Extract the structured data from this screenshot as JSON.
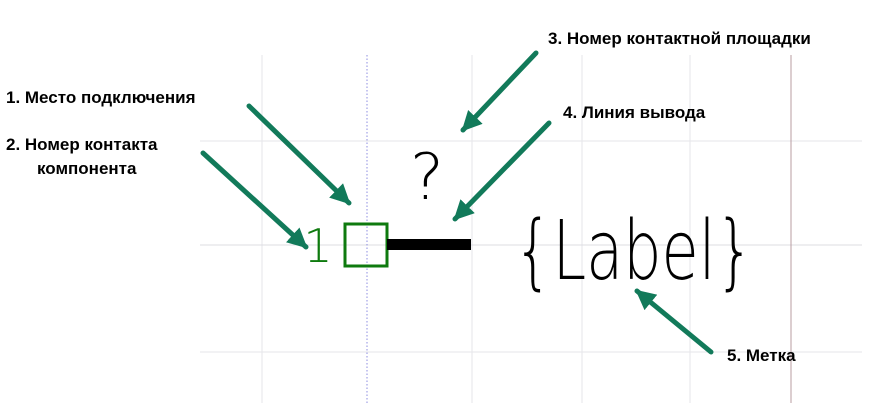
{
  "callouts": {
    "c1": "1.  Место подключения",
    "c2_line1": "2. Номер контакта",
    "c2_line2": "компонента",
    "c3": "3.  Номер контактной площадки",
    "c4": "4.  Линия вывода",
    "c5": "5.  Метка"
  },
  "symbol": {
    "pin_number": "1",
    "pad_number": "?",
    "label": "{Label}"
  },
  "colors": {
    "arrow": "#127a5a",
    "pin_accent": "#0e7a0e",
    "lead": "#000000",
    "grid": "#e6e6ea",
    "guide_vertical": "#8c8ce0",
    "crosshair": "#b89ca2"
  },
  "icons": {
    "arrow": "arrow-icon",
    "connection_point": "connection-point-square"
  }
}
